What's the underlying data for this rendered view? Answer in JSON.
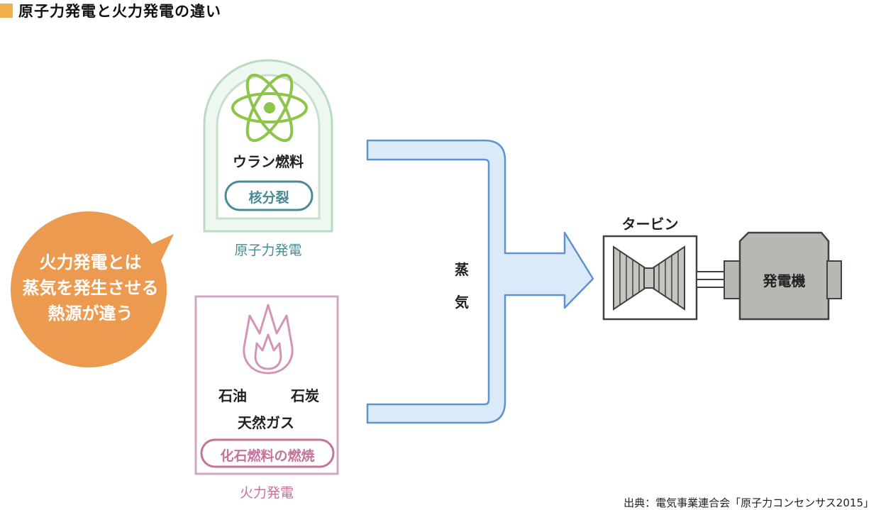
{
  "header": {
    "title": "原子力発電と火力発電の違い"
  },
  "callout": {
    "lines": [
      "火力発電とは",
      "蒸気を発生させる",
      "熱源が違う"
    ]
  },
  "nuclear": {
    "fuel_label": "ウラン燃料",
    "process_label": "核分裂",
    "caption": "原子力発電"
  },
  "thermal": {
    "fuel_left": "石油",
    "fuel_right": "石炭",
    "fuel_bottom": "天然ガス",
    "process_label": "化石燃料の燃焼",
    "caption": "火力発電"
  },
  "steam": {
    "chars": [
      "蒸",
      "気"
    ]
  },
  "turbine": {
    "label": "タービン"
  },
  "generator": {
    "label": "発電機"
  },
  "footer": {
    "source": "出典：電気事業連合会「原子力コンセンサス2015」"
  },
  "colors": {
    "title_mark": "#efb24c",
    "callout": "#ec9a4f",
    "nuclear_border": "#b8dcbf",
    "nuclear_inner": "#eaf5ec",
    "atom": "#8dc44a",
    "nuclear_accent": "#4a8a96",
    "thermal_border": "#d3a6c0",
    "flame": "#d494b6",
    "thermal_accent": "#c5739a",
    "steam_fill": "#dbeaf8",
    "steam_stroke": "#5c93d0",
    "machine_fill": "#b6b8b2",
    "machine_stroke": "#3f423f",
    "blade_fill": "#c3c6bf"
  },
  "icons": [
    "atom-icon",
    "flame-icon",
    "turbine-icon",
    "generator-icon"
  ]
}
